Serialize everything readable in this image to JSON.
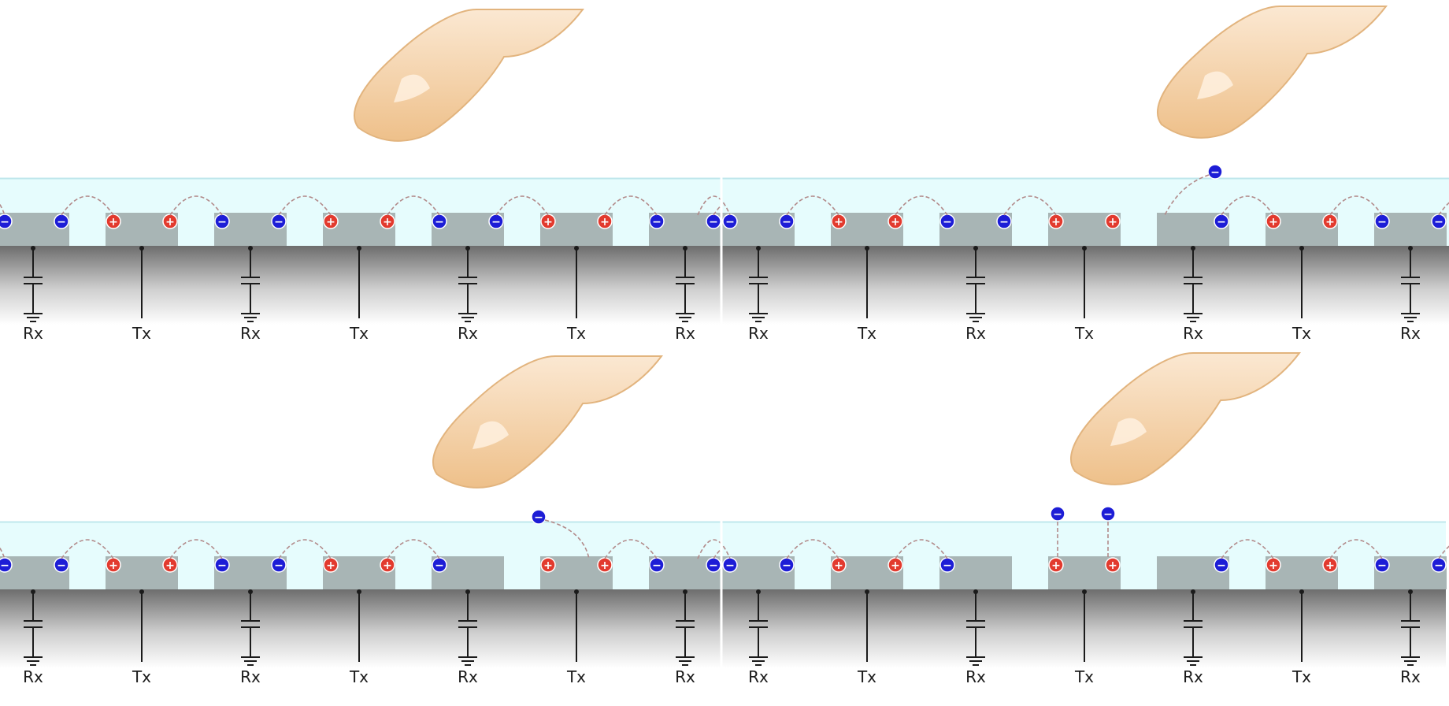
{
  "description_free": true,
  "colors": {
    "glass": "#e6fcfd",
    "glass_edge": "#bfe7ec",
    "electrode": "#a8b5b5",
    "negative": "#1d1dd6",
    "positive": "#e23a2e",
    "wire": "#1b1b1b",
    "field_line": "#b28a8a",
    "finger_fill": "#f3cfa3",
    "finger_stroke": "#e2b47e",
    "substrate_top": "#6d6d6d"
  },
  "panels": [
    {
      "id": "panel-no-touch",
      "labels": [
        "Rx",
        "Tx",
        "Rx",
        "Tx",
        "Rx",
        "Tx",
        "Rx"
      ],
      "state": "no-touch"
    },
    {
      "id": "panel-touch-over-rx",
      "labels": [
        "Rx",
        "Tx",
        "Rx",
        "Tx",
        "Rx",
        "Tx",
        "Rx"
      ],
      "state": "touch-rx"
    },
    {
      "id": "panel-touch-between",
      "labels": [
        "Rx",
        "Tx",
        "Rx",
        "Tx",
        "Rx",
        "Tx",
        "Rx"
      ],
      "state": "touch-gap"
    },
    {
      "id": "panel-touch-over-tx",
      "labels": [
        "Rx",
        "Tx",
        "Rx",
        "Tx",
        "Rx",
        "Tx",
        "Rx"
      ],
      "state": "touch-tx"
    }
  ],
  "signs": {
    "negative": "−",
    "positive": "+"
  }
}
